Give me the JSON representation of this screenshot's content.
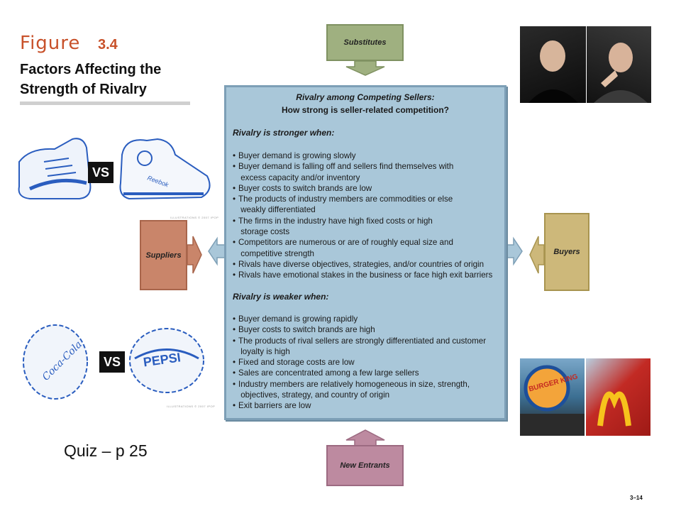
{
  "figure": {
    "word": "Figure",
    "number": "3.4",
    "title": "Factors Affecting the Strength of Rivalry"
  },
  "rivalry_box": {
    "heading": "Rivalry among Competing Sellers:",
    "question": "How strong is seller-related competition?",
    "stronger_heading": "Rivalry is stronger when:",
    "stronger_items": [
      "Buyer demand is growing slowly",
      "Buyer demand is falling off and sellers find themselves with\n excess capacity and/or inventory",
      "Buyer costs to switch brands are low",
      "The products of industry members are commodities or else\n weakly differentiated",
      "The firms in the industry have high fixed costs or high\n storage costs",
      "Competitors are numerous or are of roughly equal size and\n competitive strength",
      "Rivals have diverse objectives, strategies, and/or countries of origin",
      "Rivals have emotional stakes in the business or face high exit barriers"
    ],
    "weaker_heading": "Rivalry is weaker when:",
    "weaker_items": [
      "Buyer demand is growing rapidly",
      "Buyer costs to switch brands are high",
      "The products of rival sellers are strongly differentiated and customer\n loyalty is high",
      "Fixed and storage costs are low",
      "Sales are concentrated among a few large sellers",
      "Industry members are relatively homogeneous in size, strength,\n objectives, strategy, and country of origin",
      "Exit barriers are low"
    ]
  },
  "forces": {
    "substitutes": "Substitutes",
    "new_entrants": "New Entrants",
    "suppliers": "Suppliers",
    "buyers": "Buyers"
  },
  "illustrations": {
    "vs_label": "VS",
    "shoe_brand": "Reebok",
    "bottlecap_left": "Coca-Cola",
    "bottlecap_right": "PEPSI",
    "burger_sign": "BURGER KING",
    "credit": "ILLUSTRATIONS © 2007 IPOP"
  },
  "colors": {
    "box_fill": "#a9c7d9",
    "substitutes": "#9fb080",
    "new_entrants": "#bd8aa0",
    "suppliers": "#c9856a",
    "buyers": "#cdb87a",
    "figure_accent": "#c8512a"
  },
  "quiz_label": "Quiz – p 25",
  "slide_number": "3–14"
}
